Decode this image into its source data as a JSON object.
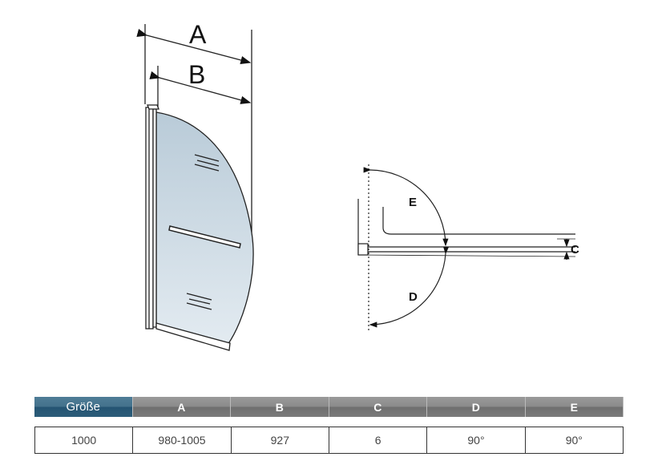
{
  "diagram": {
    "labels": {
      "a": "A",
      "b": "B",
      "c": "C",
      "d": "D",
      "e": "E"
    },
    "glass_color": "#c3d3df"
  },
  "table": {
    "headers": [
      "Größe",
      "A",
      "B",
      "C",
      "D",
      "E"
    ],
    "values": [
      "1000",
      "980-1005",
      "927",
      "6",
      "90°",
      "90°"
    ],
    "header_color": "#2c5c79"
  }
}
